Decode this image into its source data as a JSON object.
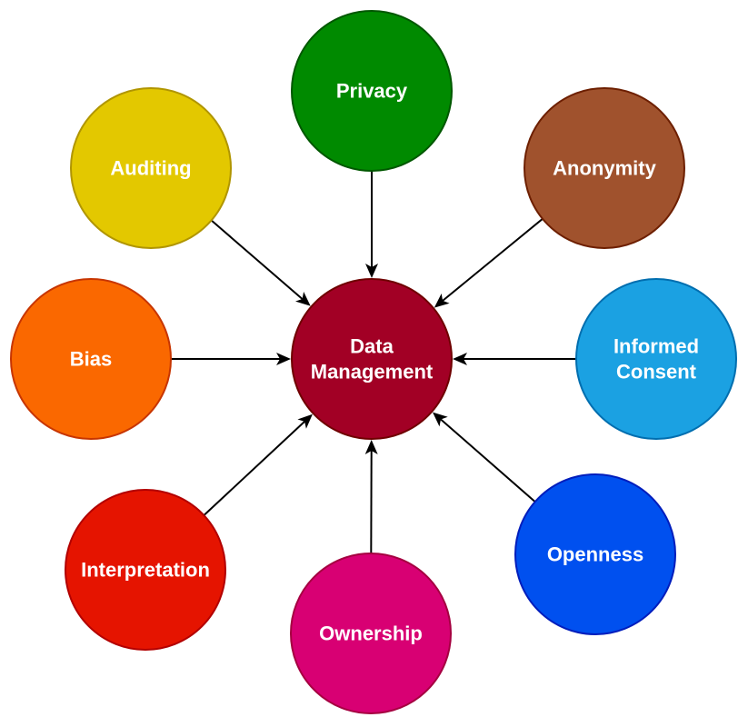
{
  "center": {
    "id": "data-management",
    "label_lines": [
      "Data",
      "Management"
    ],
    "fill": "#A20025",
    "stroke": "#6F0000"
  },
  "nodes": [
    {
      "id": "privacy",
      "label_lines": [
        "Privacy"
      ],
      "fill": "#008A00",
      "stroke": "#005700"
    },
    {
      "id": "anonymity",
      "label_lines": [
        "Anonymity"
      ],
      "fill": "#A0522D",
      "stroke": "#6D1F00"
    },
    {
      "id": "informed-consent",
      "label_lines": [
        "Informed",
        "Consent"
      ],
      "fill": "#1BA1E2",
      "stroke": "#006EAF"
    },
    {
      "id": "openness",
      "label_lines": [
        "Openness"
      ],
      "fill": "#0050EF",
      "stroke": "#001DBC"
    },
    {
      "id": "ownership",
      "label_lines": [
        "Ownership"
      ],
      "fill": "#D80073",
      "stroke": "#A50040"
    },
    {
      "id": "interpretation",
      "label_lines": [
        "Interpretation"
      ],
      "fill": "#E51400",
      "stroke": "#B20000"
    },
    {
      "id": "bias",
      "label_lines": [
        "Bias"
      ],
      "fill": "#FA6800",
      "stroke": "#C73500"
    },
    {
      "id": "auditing",
      "label_lines": [
        "Auditing"
      ],
      "fill": "#E3C800",
      "stroke": "#B09500"
    }
  ],
  "edges": [
    {
      "from": "privacy",
      "to": "data-management"
    },
    {
      "from": "anonymity",
      "to": "data-management"
    },
    {
      "from": "informed-consent",
      "to": "data-management"
    },
    {
      "from": "openness",
      "to": "data-management"
    },
    {
      "from": "ownership",
      "to": "data-management"
    },
    {
      "from": "interpretation",
      "to": "data-management"
    },
    {
      "from": "bias",
      "to": "data-management"
    },
    {
      "from": "auditing",
      "to": "data-management"
    }
  ]
}
